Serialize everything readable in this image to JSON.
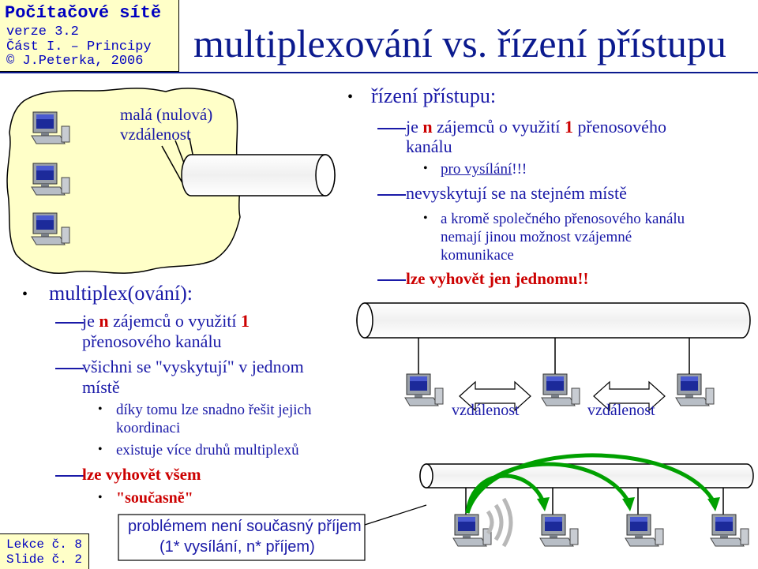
{
  "header": {
    "course": "Počítačové sítě",
    "version": "verze 3.2",
    "part": "Část I. – Principy",
    "author": "© J.Peterka, 2006"
  },
  "title": "multiplexování vs. řízení přístupu",
  "footer": {
    "lecture": "Lekce č. 8",
    "slide": "Slide č. 2"
  },
  "left": {
    "cloud_label_1": "malá (nulová)",
    "cloud_label_2": "vzdálenost",
    "bullet_title": "multiplex(ování):",
    "item1_pre": "je ",
    "item1_n": "n",
    "item1_mid": " zájemců o využití ",
    "item1_one": "1",
    "item1_line2": "přenosového kanálu",
    "item2_line1": "všichni se \"vyskytují\" v jednom",
    "item2_line2": "místě",
    "sub1_line1": "díky tomu lze snadno řešit jejich",
    "sub1_line2": "koordinaci",
    "sub2": "existuje více druhů multiplexů",
    "item3": "lze vyhovět všem",
    "sub3": "\"současně\""
  },
  "right": {
    "bullet_title": "řízení přístupu:",
    "item1_pre": "je ",
    "item1_n": "n",
    "item1_mid": " zájemců o využití ",
    "item1_one": "1",
    "item1_post": " přenosového",
    "item1_line2": "kanálu",
    "sub1_pre": "pro vysílání",
    "sub1_excl": "!!!",
    "item2": "nevyskytují se na stejném místě",
    "sub2_line1": "a kromě společného přenosového kanálu",
    "sub2_line2": "nemají jinou možnost vzájemné",
    "sub2_line3": "komunikace",
    "item3": "lze vyhovět jen jednomu!!",
    "distance1": "vzdálenost",
    "distance2": "vzdálenost"
  },
  "callout": {
    "line1": "problémem není současný příjem",
    "line2": "(1* vysílání, n* příjem)"
  },
  "colors": {
    "title": "#0b1a8e",
    "text": "#1a1aa8",
    "emphasis": "#cc0000",
    "header_bg": "#ffffc8",
    "cloud": "#ffffc8",
    "arrow": "#00a000"
  }
}
